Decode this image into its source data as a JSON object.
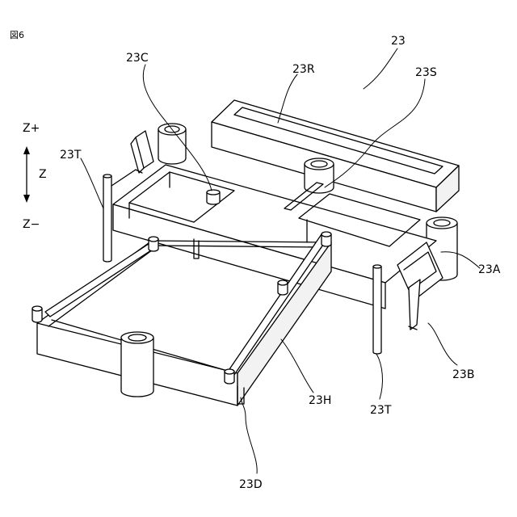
{
  "figure": {
    "number": "図6"
  },
  "axis": {
    "z_plus": "Z+",
    "z": "Z",
    "z_minus": "Z−"
  },
  "labels": {
    "main": "23",
    "c": "23C",
    "r": "23R",
    "s": "23S",
    "t_left": "23T",
    "a": "23A",
    "b": "23B",
    "h": "23H",
    "t_bottom": "23T",
    "d": "23D"
  }
}
